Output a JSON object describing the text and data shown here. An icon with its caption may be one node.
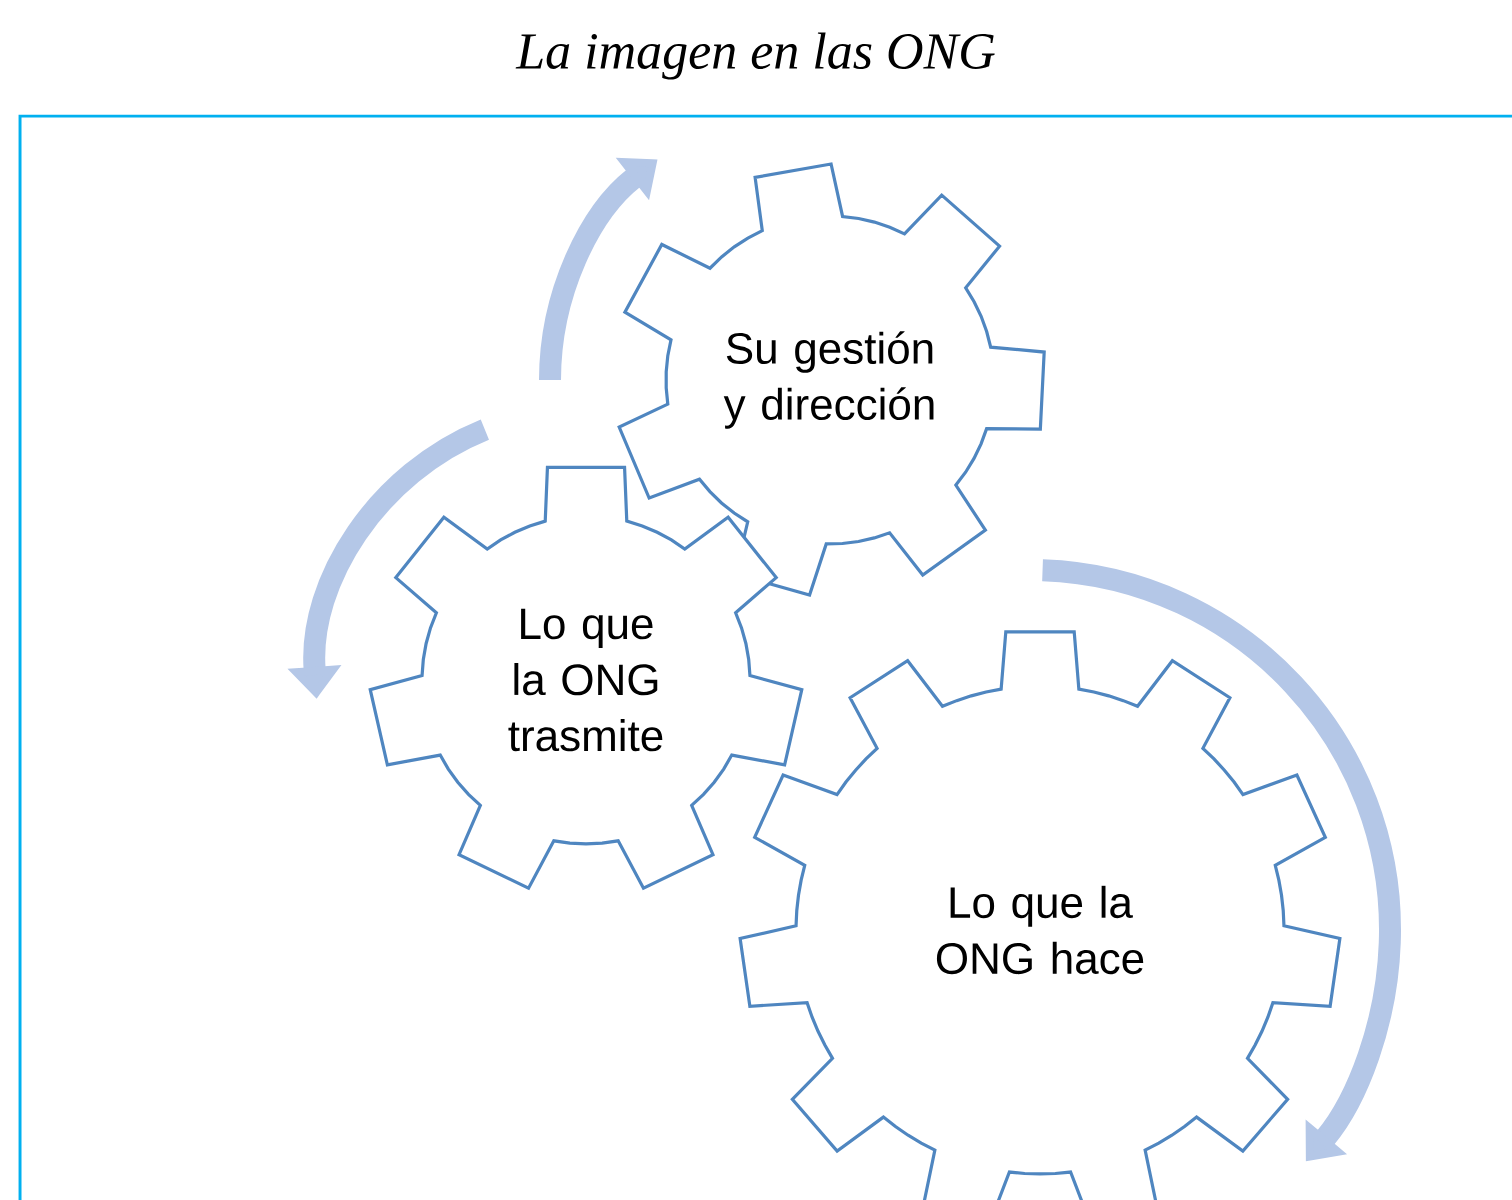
{
  "diagram": {
    "title": "La imagen en las ONG",
    "nodes": [
      {
        "text": [
          "Su gestión y dirección"
        ]
      },
      {
        "text": [
          "Lo que la ONG trasmite"
        ]
      },
      {
        "text": [
          "Lo que la ONG hace"
        ]
      }
    ]
  }
}
